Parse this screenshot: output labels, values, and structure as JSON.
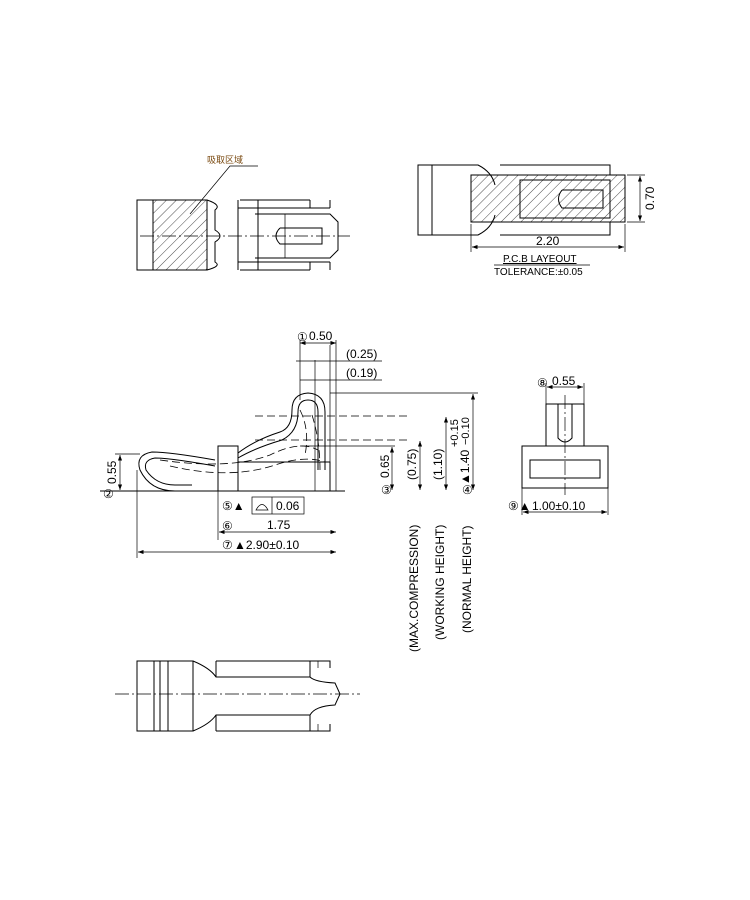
{
  "top_view": {
    "suction_area_label": "吸取区域"
  },
  "pcb_layout": {
    "width_dim": "2.20",
    "height_dim": "0.70",
    "title": "P.C.B  LAYEOUT",
    "tolerance": "TOLERANCE:±0.05"
  },
  "side_view": {
    "dim_1": {
      "marker": "①",
      "value": "0.50"
    },
    "dim_025": "(0.25)",
    "dim_019": "(0.19)",
    "dim_2": {
      "marker": "②",
      "value": "0.55"
    },
    "dim_3": {
      "marker": "③",
      "value": "0.65"
    },
    "dim_075": "(0.75)",
    "dim_110": "(1.10)",
    "dim_4": {
      "marker": "④",
      "value": "▲1.40",
      "tol_plus": "+0.15",
      "tol_minus": "−0.10"
    },
    "dim_5": {
      "marker": "⑤▲",
      "value": "0.06"
    },
    "dim_6": {
      "marker": "⑥",
      "value": "1.75"
    },
    "dim_7": {
      "marker": "⑦",
      "value": "▲2.90±0.10"
    },
    "label_max": "(MAX.COMPRESSION)",
    "label_working": "(WORKING  HEIGHT)",
    "label_normal": "(NORMAL  HEIGHT)"
  },
  "end_view": {
    "dim_8": {
      "marker": "⑧",
      "value": "0.55"
    },
    "dim_9": {
      "marker": "⑨▲",
      "value": "1.00±0.10"
    }
  }
}
